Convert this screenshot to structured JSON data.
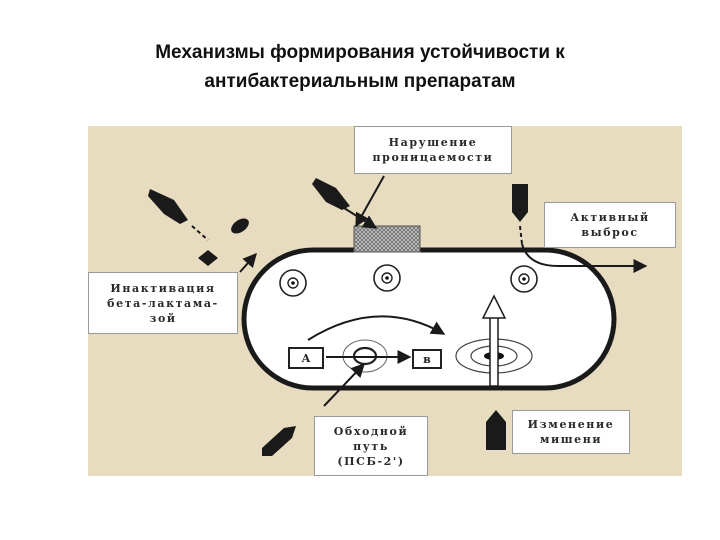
{
  "title": {
    "line1": "Механизмы формирования устойчивости к",
    "line2": "антибактериальным препаратам"
  },
  "labels": {
    "permeability": [
      "Нарушение",
      "проницаемости"
    ],
    "efflux": [
      "Активный",
      "выброс"
    ],
    "inactivation": [
      "Инактивация",
      "бета-лактама-",
      "зой"
    ],
    "bypass": [
      "Обходной",
      "путь",
      "(ПСБ-2')"
    ],
    "target": [
      "Изменение",
      "мишени"
    ]
  },
  "pathway": {
    "start": "А",
    "end": "в"
  }
}
